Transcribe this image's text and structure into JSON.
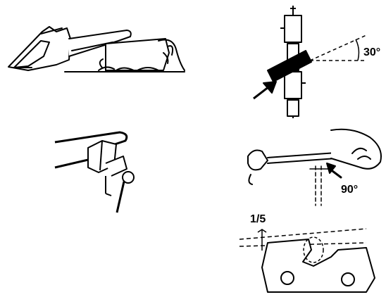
{
  "colors": {
    "ink": "#000000",
    "paper": "#ffffff"
  },
  "icons": [
    "chainsaw-icon",
    "tree-stump-icon",
    "bench-vise-icon",
    "chain-file-angle-icon",
    "file-handle-icon",
    "chain-cutter-tooth-icon",
    "arrow-icon"
  ],
  "labels": {
    "angle_top": "30°",
    "angle_file": "90°",
    "depth_gauge": "1/5"
  }
}
